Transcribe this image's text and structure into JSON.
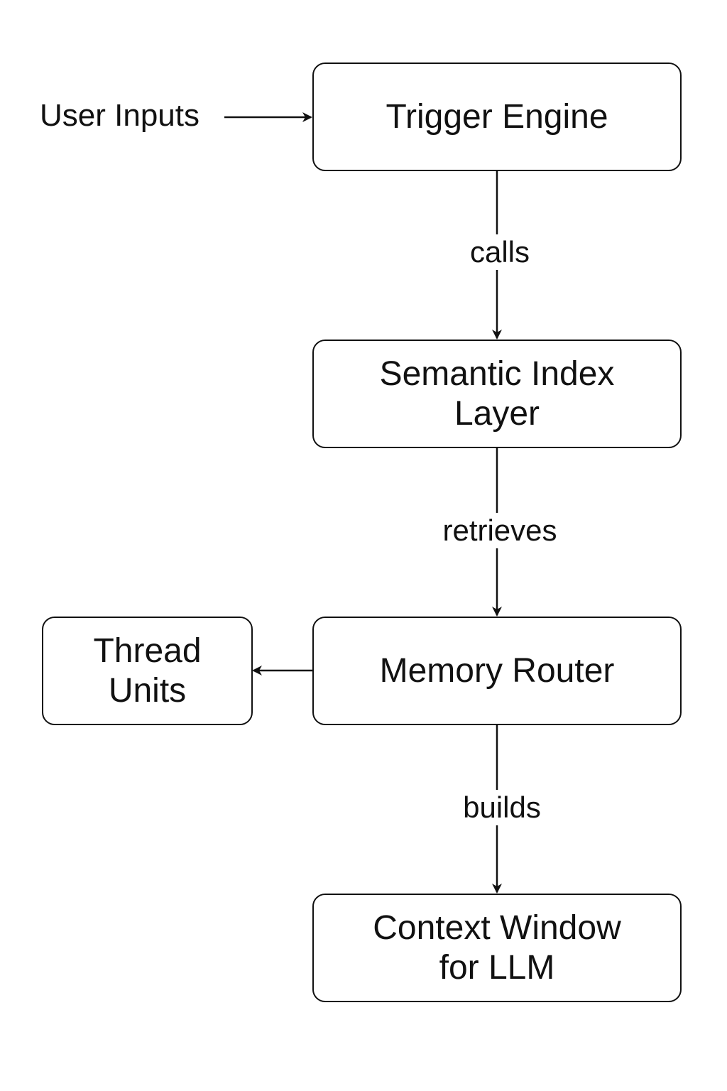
{
  "input": {
    "label": "User Inputs"
  },
  "nodes": {
    "trigger_engine": {
      "label": "Trigger Engine"
    },
    "semantic_index": {
      "line1": "Semantic Index",
      "line2": "Layer"
    },
    "memory_router": {
      "label": "Memory Router"
    },
    "thread_units": {
      "line1": "Thread",
      "line2": "Units"
    },
    "context_window": {
      "line1": "Context Window",
      "line2": "for LLM"
    }
  },
  "edges": {
    "trigger_to_index": {
      "label": "calls"
    },
    "index_to_router": {
      "label": "retrieves"
    },
    "router_to_context": {
      "label": "builds"
    }
  },
  "colors": {
    "stroke": "#111111",
    "background": "#ffffff"
  }
}
